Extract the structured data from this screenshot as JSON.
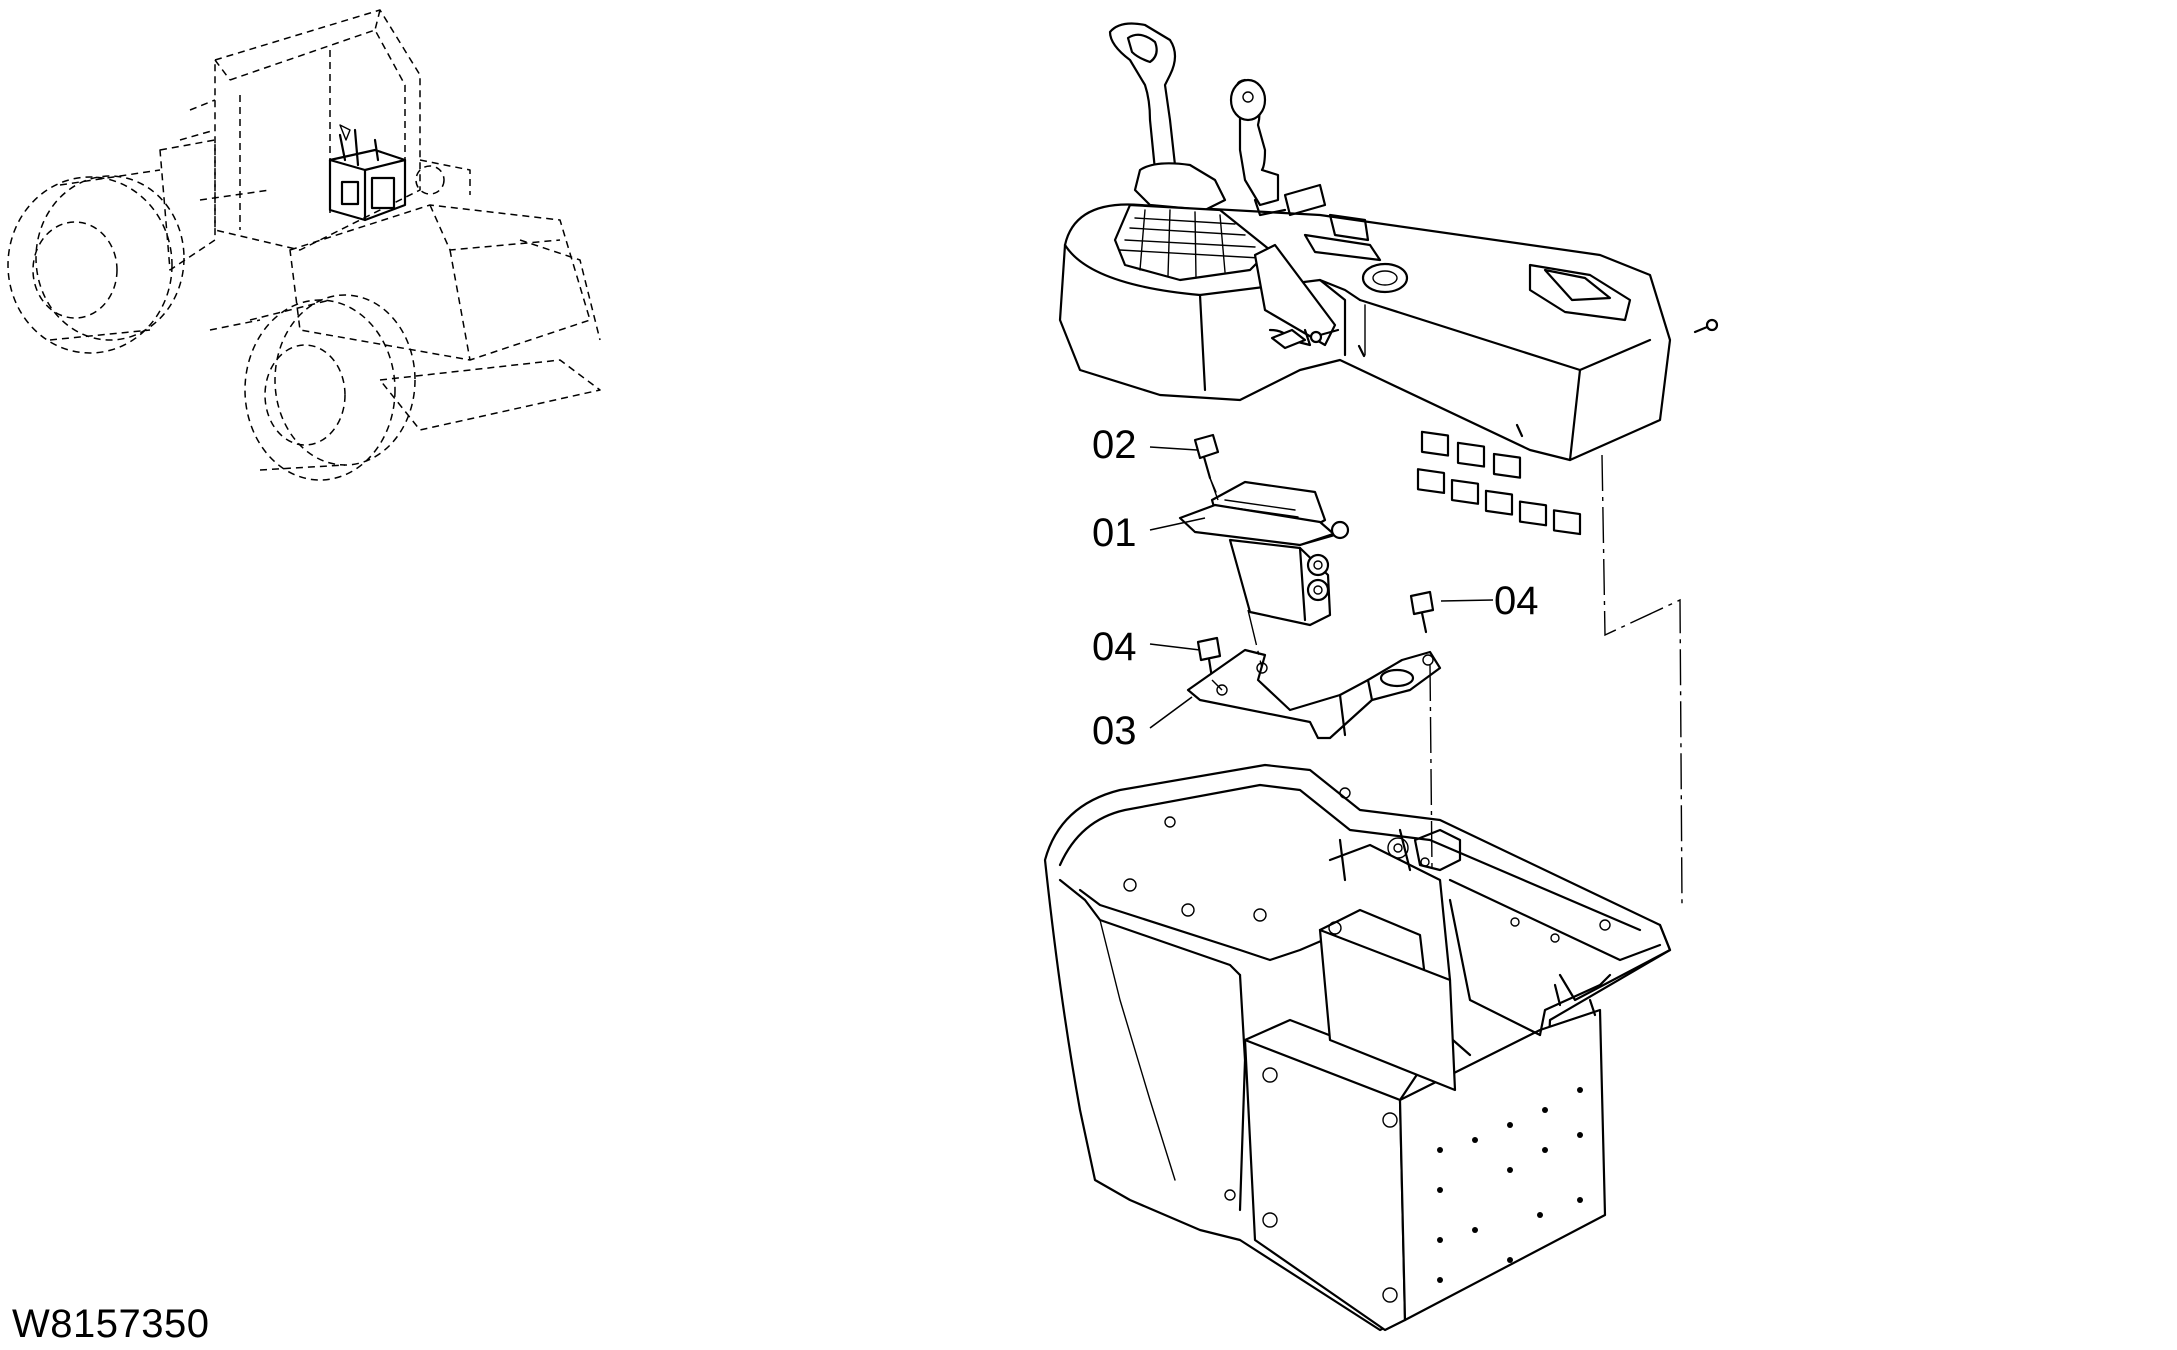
{
  "drawing_id": "W8157350",
  "callouts": {
    "part_01": "01",
    "part_02": "02",
    "part_03": "03",
    "part_04_right": "04",
    "part_04_left": "04"
  }
}
